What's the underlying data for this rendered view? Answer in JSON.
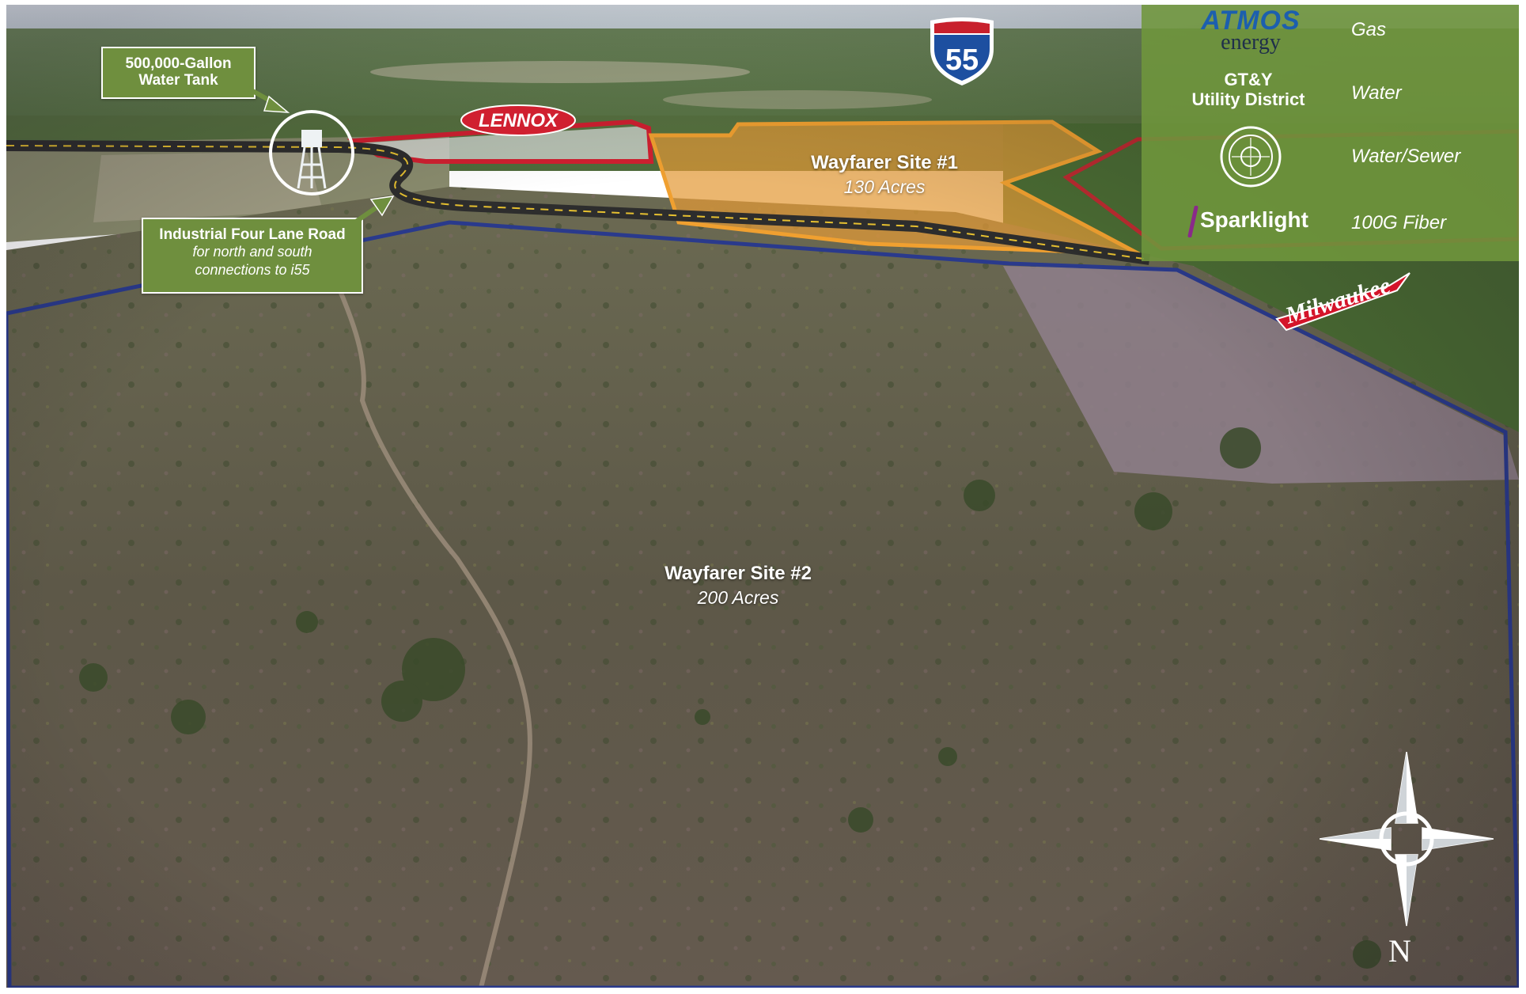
{
  "callouts": {
    "water_tank": {
      "line1": "500,000-Gallon",
      "line2": "Water Tank"
    },
    "road": {
      "title": "Industrial Four Lane Road",
      "sub1": "for north and south",
      "sub2": "connections to i55"
    }
  },
  "sites": {
    "site1": {
      "name": "Wayfarer Site #1",
      "area": "130 Acres"
    },
    "site2": {
      "name": "Wayfarer Site #2",
      "area": "200 Acres"
    }
  },
  "interstate": {
    "number": "55"
  },
  "companies": {
    "lennox": "LENNOX",
    "milwaukee": "Milwaukee"
  },
  "utilities": [
    {
      "brand_top": "ATMOS",
      "brand_bottom": "energy",
      "type": "Gas"
    },
    {
      "brand_top": "GT&Y",
      "brand_bottom": "Utility District",
      "type": "Water"
    },
    {
      "brand_top": "",
      "brand_bottom": "",
      "type": "Water/Sewer"
    },
    {
      "brand_top": "Sparklight",
      "brand_bottom": "",
      "type": "100G Fiber"
    }
  ],
  "compass": {
    "north": "N"
  },
  "colors": {
    "site1_fill": "#e39a38",
    "site1_outline": "#f0a030",
    "site2_outline": "#2a3a8c",
    "lennox_outline": "#d02030",
    "callout_green": "#6f8f3e",
    "panel_green": "#70963c",
    "atmos_blue": "#1c5fae",
    "milwaukee_red": "#d4142a"
  },
  "icons": [
    "water-tank-icon",
    "interstate-shield-icon",
    "compass-rose-icon",
    "city-seal-icon",
    "callout-arrow-icon"
  ]
}
